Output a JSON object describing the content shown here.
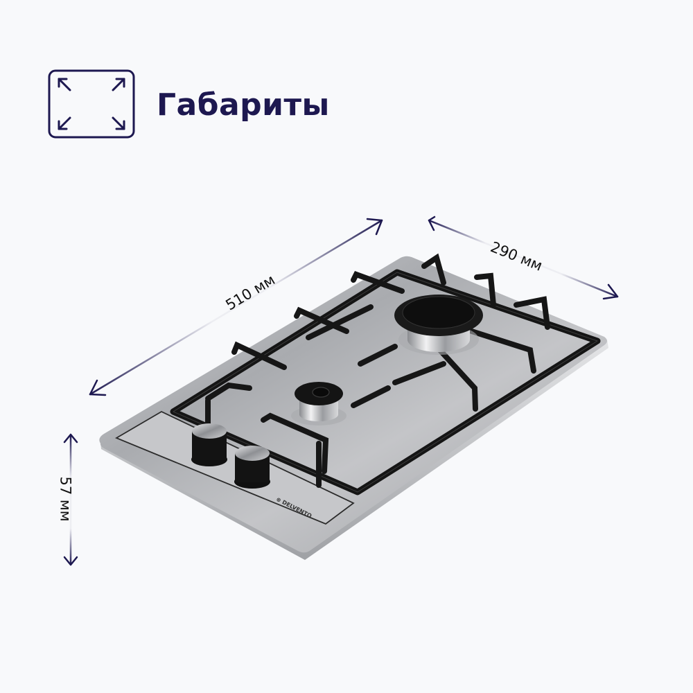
{
  "header": {
    "icon": "expand-dimensions-icon",
    "title": "Габариты"
  },
  "dimensions": {
    "width": {
      "label": "510 мм",
      "value": 510,
      "unit": "мм"
    },
    "depth": {
      "label": "290 мм",
      "value": 290,
      "unit": "мм"
    },
    "height": {
      "label": "57 мм",
      "value": 57,
      "unit": "мм"
    }
  },
  "product": {
    "type": "gas-hob-2-burner",
    "brand": "DELVENTO",
    "burners": 2,
    "knobs": 2
  },
  "colors": {
    "background": "#f8f9fb",
    "accent": "#1d1850",
    "steel": "#b9bbbf",
    "iron": "#161616"
  }
}
